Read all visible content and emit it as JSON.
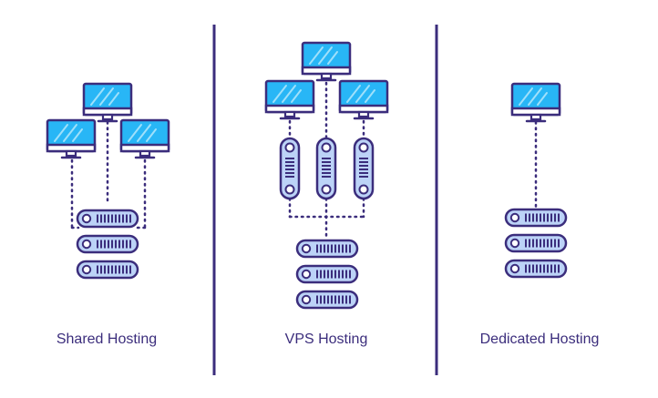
{
  "panels": [
    {
      "label": "Shared Hosting"
    },
    {
      "label": "VPS Hosting"
    },
    {
      "label": "Dedicated Hosting"
    }
  ],
  "colors": {
    "outline": "#3b2d7c",
    "screen": "#28b6f6",
    "screen_highlight": "#9fe0fb",
    "server_fill": "#bcd3f7",
    "caption": "#3b2d7c",
    "divider": "#3b2d7c"
  },
  "icons": [
    "monitor-icon",
    "vps-container-icon",
    "server-stack-icon"
  ]
}
